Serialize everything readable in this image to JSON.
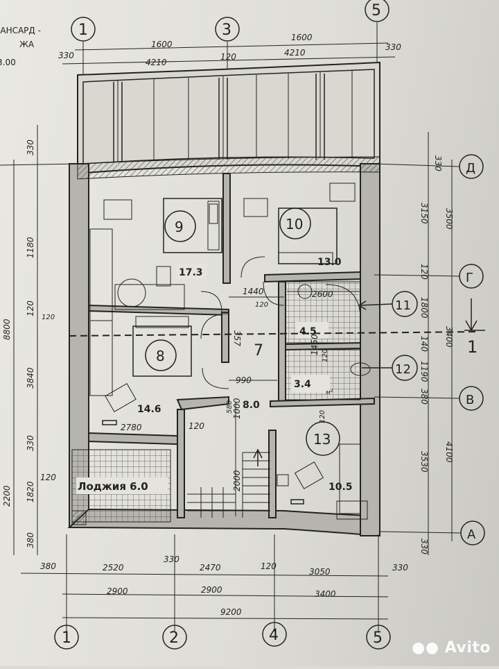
{
  "title_lines": [
    "МАНСАРД -",
    "ЖА",
    "3.00"
  ],
  "rooms": [
    {
      "num": "9",
      "area": "17.3"
    },
    {
      "num": "10",
      "area": "13.0"
    },
    {
      "num": "11",
      "area": "4.5"
    },
    {
      "num": "12",
      "area": "3.4"
    },
    {
      "num": "7",
      "area": "8.0"
    },
    {
      "num": "8",
      "area": "14.6"
    },
    {
      "num": "13",
      "area": "10.5"
    },
    {
      "num": "",
      "area": "Лоджия 6.0"
    }
  ],
  "room_text": {
    "m2": "м²"
  },
  "axes": {
    "top": [
      "1",
      "3",
      "5"
    ],
    "bottom": [
      "1",
      "2",
      "4",
      "5"
    ],
    "right": [
      "Д",
      "Г",
      "В",
      "А"
    ],
    "cut_right": [
      "11",
      "12"
    ],
    "section": "1"
  },
  "dims_top": {
    "row1": [
      "1600",
      "1600"
    ],
    "row2": [
      "330",
      "4210",
      "120",
      "4210",
      "330"
    ]
  },
  "dims_bottom": {
    "row1": [
      "380",
      "2520",
      "330",
      "2470",
      "120",
      "3050",
      "330"
    ],
    "row2": [
      "2900",
      "2900",
      "3400"
    ],
    "row3": [
      "9200"
    ]
  },
  "dims_left": [
    "330",
    "1180",
    "120",
    "3840",
    "330",
    "1820",
    "380",
    "8800",
    "120",
    "2200"
  ],
  "dims_right": [
    "330",
    "3150",
    "3500",
    "120",
    "1800",
    "140",
    "3400",
    "1190",
    "380",
    "3530",
    "4100",
    "330"
  ],
  "dims_inner": [
    "1440",
    "120",
    "2600",
    "357",
    "990",
    "1450",
    "1000",
    "580",
    "2000",
    "120",
    "120",
    "2780",
    "120",
    "120"
  ],
  "watermark": "Avito"
}
